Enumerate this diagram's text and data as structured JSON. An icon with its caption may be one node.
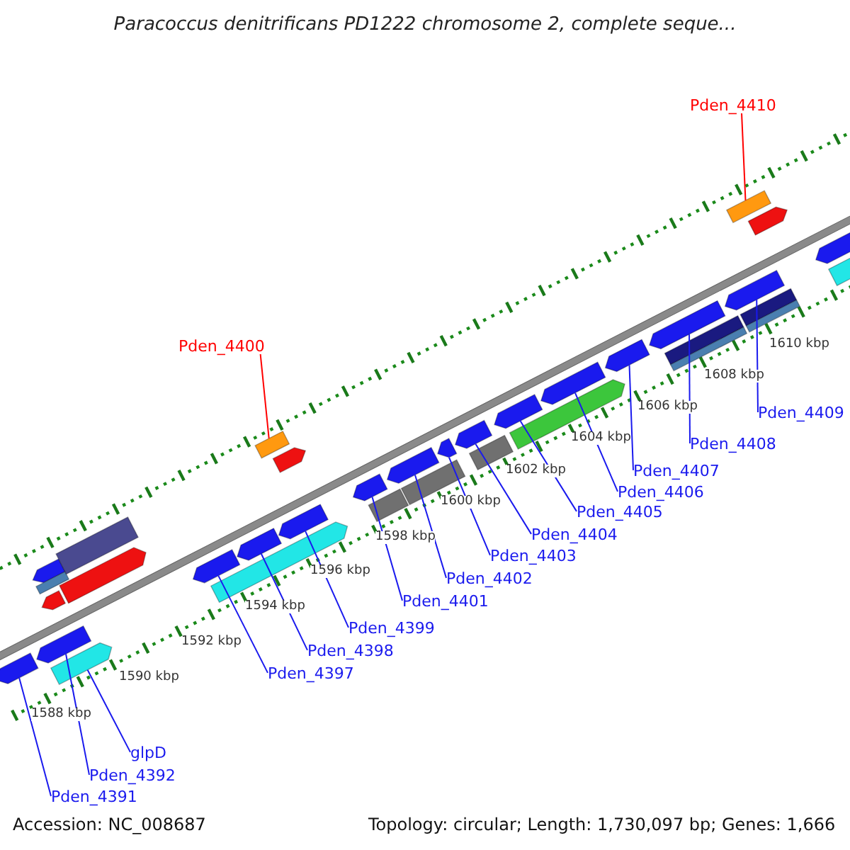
{
  "diagram": {
    "title": "Paracoccus denitrificans PD1222 chromosome 2, complete seque...",
    "nodes": [
      {
        "text": [
          "Pden_4410"
        ]
      },
      {
        "text": [
          "Pden_4400"
        ]
      },
      {
        "text": [
          "Pden_4391"
        ]
      },
      {
        "text": [
          "Pden_4392"
        ]
      },
      {
        "text": [
          "glpD"
        ]
      },
      {
        "text": [
          "Pden_4397"
        ]
      },
      {
        "text": [
          "Pden_4398"
        ]
      },
      {
        "text": [
          "Pden_4399"
        ]
      },
      {
        "text": [
          "Pden_4401"
        ]
      },
      {
        "text": [
          "Pden_4402"
        ]
      },
      {
        "text": [
          "Pden_4403"
        ]
      },
      {
        "text": [
          "Pden_4404"
        ]
      },
      {
        "text": [
          "Pden_4405"
        ]
      },
      {
        "text": [
          "Pden_4406"
        ]
      },
      {
        "text": [
          "Pden_4407"
        ]
      },
      {
        "text": [
          "Pden_4408"
        ]
      },
      {
        "text": [
          "Pden_4409"
        ]
      },
      {
        "text": [],
        "shape": "arrow"
      },
      {
        "text": [],
        "shape": "arrow"
      },
      {
        "text": [],
        "shape": "arrow"
      },
      {
        "text": [],
        "shape": "arrow"
      },
      {
        "text": [],
        "shape": "arrow"
      },
      {
        "text": [],
        "shape": "box"
      },
      {
        "text": [],
        "shape": "arrow"
      },
      {
        "text": [],
        "shape": "box"
      },
      {
        "text": [],
        "shape": "arrow"
      },
      {
        "text": [],
        "shape": "arrow"
      },
      {
        "text": [],
        "shape": "arrow"
      },
      {
        "text": [],
        "shape": "arrow"
      },
      {
        "text": [],
        "shape": "box"
      },
      {
        "text": [],
        "shape": "arrow"
      },
      {
        "text": [],
        "shape": "arrow"
      },
      {
        "text": [],
        "shape": "box"
      },
      {
        "text": [],
        "shape": "arrow"
      },
      {
        "text": [],
        "shape": "box"
      },
      {
        "text": [],
        "shape": "arrow"
      },
      {
        "text": [],
        "shape": "arrow"
      },
      {
        "text": [],
        "shape": "box"
      },
      {
        "text": [],
        "shape": "arrow"
      },
      {
        "text": [],
        "shape": "arrow"
      },
      {
        "text": [],
        "shape": "arrow"
      },
      {
        "text": [],
        "shape": "arrow"
      },
      {
        "text": [],
        "shape": "arrow"
      },
      {
        "text": [],
        "shape": "box"
      },
      {
        "text": [],
        "shape": "box"
      },
      {
        "text": [],
        "shape": "arrow"
      },
      {
        "text": [],
        "shape": "box"
      },
      {
        "text": [],
        "shape": "box"
      },
      {
        "text": [],
        "shape": "box"
      },
      {
        "text": [],
        "shape": "arrow"
      },
      {
        "text": [],
        "shape": "arrow"
      },
      {
        "text": [],
        "shape": "arrow"
      }
    ],
    "edges": [
      {
        "from": 0,
        "to": 48,
        "arrow": "none",
        "color": "#ff0000"
      },
      {
        "from": 1,
        "to": 29,
        "arrow": "none",
        "color": "#ff0000"
      },
      {
        "from": 2,
        "to": 17,
        "arrow": "none"
      },
      {
        "from": 3,
        "to": 18,
        "arrow": "none"
      },
      {
        "from": 4,
        "to": 19,
        "arrow": "none"
      },
      {
        "from": 5,
        "to": 25,
        "arrow": "none"
      },
      {
        "from": 6,
        "to": 27,
        "arrow": "none"
      },
      {
        "from": 7,
        "to": 28,
        "arrow": "none"
      },
      {
        "from": 8,
        "to": 31,
        "arrow": "none"
      },
      {
        "from": 9,
        "to": 33,
        "arrow": "none"
      },
      {
        "from": 10,
        "to": 35,
        "arrow": "none"
      },
      {
        "from": 11,
        "to": 36,
        "arrow": "none"
      },
      {
        "from": 12,
        "to": 38,
        "arrow": "none"
      },
      {
        "from": 13,
        "to": 40,
        "arrow": "none"
      },
      {
        "from": 14,
        "to": 41,
        "arrow": "none"
      },
      {
        "from": 15,
        "to": 42,
        "arrow": "none"
      },
      {
        "from": 16,
        "to": 45,
        "arrow": "none"
      }
    ],
    "labels": [
      "1588 kbp",
      "1590 kbp",
      "1592 kbp",
      "1594 kbp",
      "1596 kbp",
      "1598 kbp",
      "1600 kbp",
      "1602 kbp",
      "1604 kbp",
      "1606 kbp",
      "1608 kbp",
      "1610 kbp",
      "Accession: NC_008687",
      "Topology: circular; Length: 1,730,097 bp; Genes: 1,666"
    ]
  }
}
